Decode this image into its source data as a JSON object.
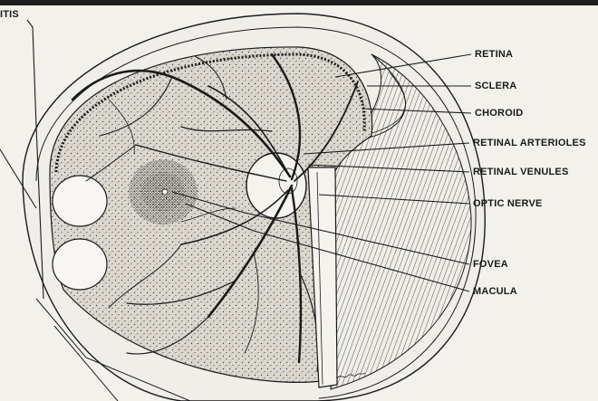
{
  "labels": {
    "cut_off_top_left": "ITIS",
    "retina": "RETINA",
    "sclera": "SCLERA",
    "choroid": "CHOROID",
    "retinal_arterioles": "RETINAL ARTERIOLES",
    "retinal_venules": "RETINAL VENULES",
    "optic_nerve": "OPTIC NERVE",
    "fovea": "FOVEA",
    "macula": "MACULA"
  },
  "colors": {
    "ink": "#1a1a1a",
    "paper": "#f3f1ec",
    "retina_fill": "#d9d6cf",
    "top_bar": "#1e1e1e"
  }
}
